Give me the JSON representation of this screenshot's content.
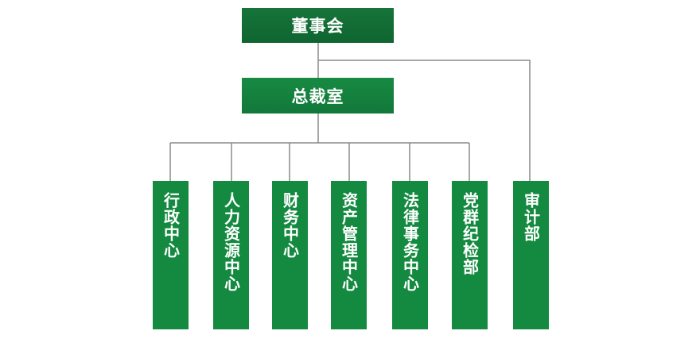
{
  "diagram": {
    "root": {
      "label": "董事会"
    },
    "office": {
      "label": "总裁室"
    },
    "departments": [
      {
        "label": "行政中心"
      },
      {
        "label": "人力资源中心"
      },
      {
        "label": "财务中心"
      },
      {
        "label": "资产管理中心"
      },
      {
        "label": "法律事务中心"
      },
      {
        "label": "党群纪检部"
      }
    ],
    "audit": {
      "label": "审计部"
    },
    "colors": {
      "box_fill": "#138a3f",
      "box_fill_dark": "#0f6530",
      "text": "#ffffff",
      "connector": "#8a8a8a"
    }
  }
}
